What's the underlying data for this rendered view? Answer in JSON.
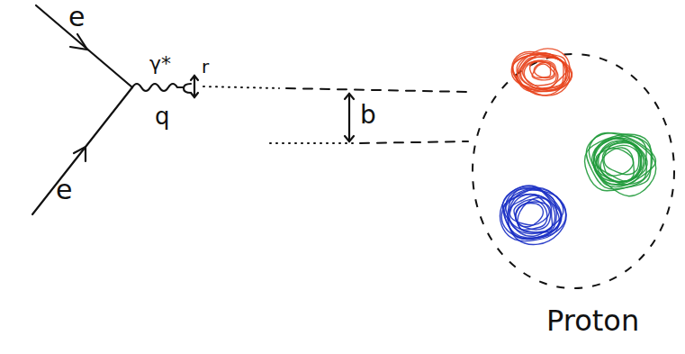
{
  "diagram": {
    "nodes": [
      {
        "text": [
          "Proton"
        ]
      }
    ],
    "labels": [
      "e",
      "e",
      "γ*",
      "q",
      "r",
      "b"
    ]
  }
}
